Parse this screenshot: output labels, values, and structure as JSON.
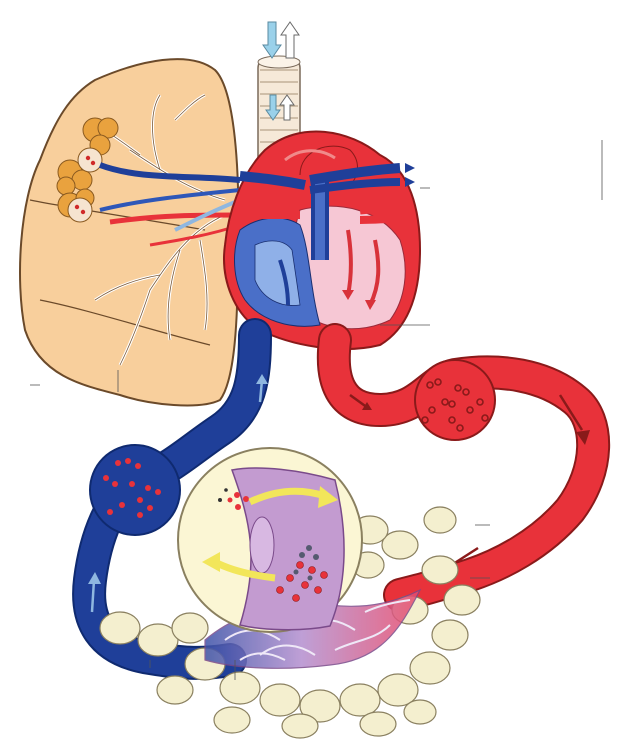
{
  "diagram": {
    "type": "circulatory-system-illustration",
    "labels": [],
    "colors": {
      "background": "#ffffff",
      "lung_fill": "#f8cf9c",
      "lung_outline": "#6b4a2a",
      "oxygenated_blood": "#e8323a",
      "deoxygenated_blood": "#1f3f99",
      "tissue_cells": "#f4efcf",
      "capillary_bed": "#c39bd0",
      "heart_interior_pink": "#f6c7d4",
      "arrow_yellow": "#f2e65a",
      "alveoli": "#e9a23e"
    },
    "icons": [
      "airflow-arrow-in",
      "airflow-arrow-out",
      "flow-direction-arrow"
    ]
  }
}
